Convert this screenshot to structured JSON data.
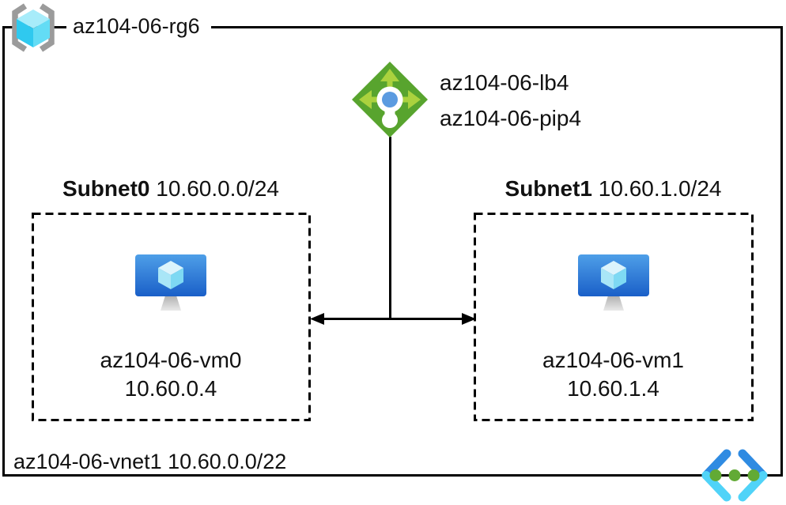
{
  "resource_group": {
    "name": "az104-06-rg6"
  },
  "load_balancer": {
    "name": "az104-06-lb4",
    "public_ip_name": "az104-06-pip4"
  },
  "subnets": [
    {
      "name": "Subnet0",
      "cidr": "10.60.0.0/24",
      "vm_name": "az104-06-vm0",
      "vm_ip": "10.60.0.4"
    },
    {
      "name": "Subnet1",
      "cidr": "10.60.1.0/24",
      "vm_name": "az104-06-vm1",
      "vm_ip": "10.60.1.4"
    }
  ],
  "virtual_network": {
    "name": "az104-06-vnet1",
    "cidr": "10.60.0.0/22"
  },
  "icons": {
    "resource_group": "resource-group-icon",
    "load_balancer": "load-balancer-icon",
    "virtual_machine": "virtual-machine-icon",
    "virtual_network": "virtual-network-icon"
  },
  "colors": {
    "line_black": "#000000",
    "text": "#111111",
    "rg_bracket_gray": "#9B9B9B",
    "rg_cube_top": "#A7ECFA",
    "rg_cube_left": "#2FC9EF",
    "rg_cube_right": "#63DCF5",
    "lb_diamond_green": "#58A42E",
    "lb_arrow_green": "#ABD23E",
    "lb_center_blue": "#5B9BE0",
    "vm_monitor_blue_top": "#4E9FE8",
    "vm_monitor_blue_bottom": "#1A5FC8",
    "vm_cube_top": "#DCF4FC",
    "vm_cube_left": "#A9E6F7",
    "vm_cube_right": "#7ED9F3",
    "vm_stand_gray": "#B5B5B5",
    "vnet_chevron_blue": "#2F8BE2",
    "vnet_chevron_cyan": "#50D3F8",
    "vnet_dot_green": "#62AA35"
  }
}
